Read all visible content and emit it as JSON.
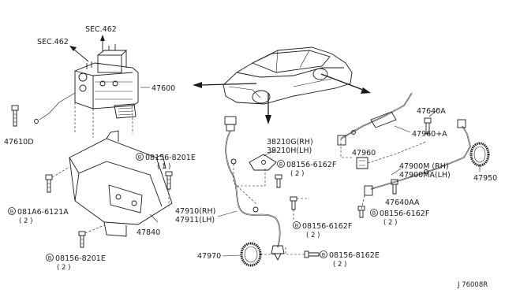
{
  "labels": {
    "sec462_a": "SEC.462",
    "sec462_b": "SEC.462",
    "p47600": "47600",
    "p47610d": "47610D",
    "b08156_8201e_top": "08156-8201E",
    "b08156_8201e_top_qty": "( 1 )",
    "b081a6_6121a": "081A6-6121A",
    "b081a6_6121a_qty": "( 2 )",
    "p47840": "47840",
    "b08156_8201e_bot": "08156-8201E",
    "b08156_8201e_bot_qty": "( 2 )",
    "p38210g": "38210G(RH)",
    "p38210h": "38210H(LH)",
    "b08156_6162f_mid": "08156-6162F",
    "b08156_6162f_mid_qty": "( 2 )",
    "p47910": "47910(RH)",
    "p47911": "47911(LH)",
    "b08156_6162f_low": "08156-6162F",
    "b08156_6162f_low_qty": "( 2 )",
    "p47970": "47970",
    "b08156_8162e": "08156-8162E",
    "b08156_8162e_qty": "( 2 )",
    "p47640a": "47640A",
    "p47960a": "47960+A",
    "p47960": "47960",
    "p47900m": "47900M (RH)",
    "p47900ma": "47900MA(LH)",
    "p47950": "47950",
    "p47640aa": "47640AA",
    "b08156_6162f_right": "08156-6162F",
    "b08156_6162f_right_qty": "( 2 )",
    "diagram_code": "J 76008R"
  },
  "bolt_marker": "B",
  "colors": {
    "ink": "#1a1a1a",
    "background": "#ffffff"
  }
}
